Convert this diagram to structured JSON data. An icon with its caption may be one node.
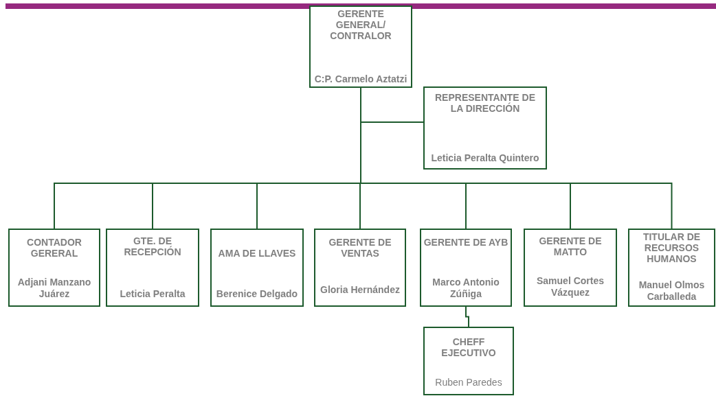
{
  "diagram": {
    "nodes": [
      {
        "text": [
          "GERENTE GENERAL/ CONTRALOR",
          "C:P. Carmelo Aztatzi"
        ]
      },
      {
        "text": [
          "REPRESENTANTE DE LA DIRECCIÓN",
          "Leticia Peralta Quintero"
        ]
      },
      {
        "text": [
          "CONTADOR GERERAL",
          "Adjani Manzano Juárez"
        ]
      },
      {
        "text": [
          "GTE. DE RECEPCIÓN",
          "Leticia Peralta"
        ]
      },
      {
        "text": [
          "AMA DE LLAVES",
          "Berenice Delgado"
        ]
      },
      {
        "text": [
          "GERENTE DE VENTAS",
          "Gloria Hernández"
        ]
      },
      {
        "text": [
          "GERENTE DE AYB",
          "Marco Antonio Zúñiga"
        ]
      },
      {
        "text": [
          "GERENTE DE MATTO",
          "Samuel Cortes Vázquez"
        ]
      },
      {
        "text": [
          "TITULAR DE RECURSOS HUMANOS",
          "Manuel Olmos Carballeda"
        ]
      },
      {
        "text": [
          "CHEFF EJECUTIVO",
          "Ruben Paredes"
        ]
      }
    ],
    "edges": [
      {
        "from": 0,
        "to": 1,
        "arrow": "none"
      },
      {
        "from": 0,
        "to": 2,
        "arrow": "none"
      },
      {
        "from": 0,
        "to": 3,
        "arrow": "none"
      },
      {
        "from": 0,
        "to": 4,
        "arrow": "none"
      },
      {
        "from": 0,
        "to": 5,
        "arrow": "none"
      },
      {
        "from": 0,
        "to": 6,
        "arrow": "none"
      },
      {
        "from": 0,
        "to": 7,
        "arrow": "none"
      },
      {
        "from": 0,
        "to": 8,
        "arrow": "none"
      },
      {
        "from": 6,
        "to": 9,
        "arrow": "none"
      }
    ]
  }
}
